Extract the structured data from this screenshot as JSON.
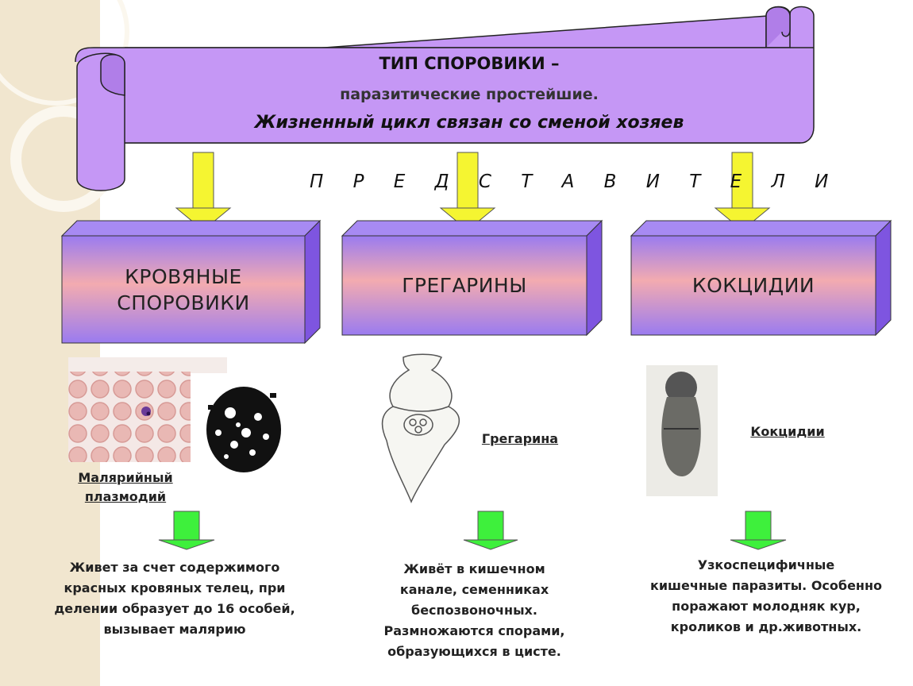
{
  "header": {
    "line1": "ТИП СПОРОВИКИ –",
    "line2": "паразитические простейшие.",
    "line3": "Жизненный цикл связан со сменой хозяев"
  },
  "representatives_label": "П Р Е Д С Т А В И Т Е Л И",
  "groups": [
    {
      "title_line1": "КРОВЯНЫЕ",
      "title_line2": "СПОРОВИКИ",
      "caption_line1": "Малярийный",
      "caption_line2": "плазмодий",
      "description": [
        "Живет за счет содержимого",
        "красных кровяных телец, при",
        "делении образует до 16 особей,",
        "вызывает малярию"
      ]
    },
    {
      "title_line1": "ГРЕГАРИНЫ",
      "caption_line1": "Грегарина",
      "description": [
        "Живёт в кишечном",
        "канале, семенниках",
        "беспозвоночных.",
        "Размножаются спорами,",
        "образующихся в цисте."
      ]
    },
    {
      "title_line1": "КОКЦИДИИ",
      "caption_line1": "Кокцидии",
      "description": [
        "Узкоспецифичные",
        "кишечные паразиты. Особенно",
        "поражают молодняк кур,",
        "кроликов и др.животных."
      ]
    }
  ],
  "colors": {
    "scroll_fill": "#c597f5",
    "box_top": "#9b7cf0",
    "box_mid": "#f2aab0",
    "arrow_yellow": "#f5f531",
    "arrow_green": "#3ef03c",
    "side_strip": "#f1e6cf"
  }
}
